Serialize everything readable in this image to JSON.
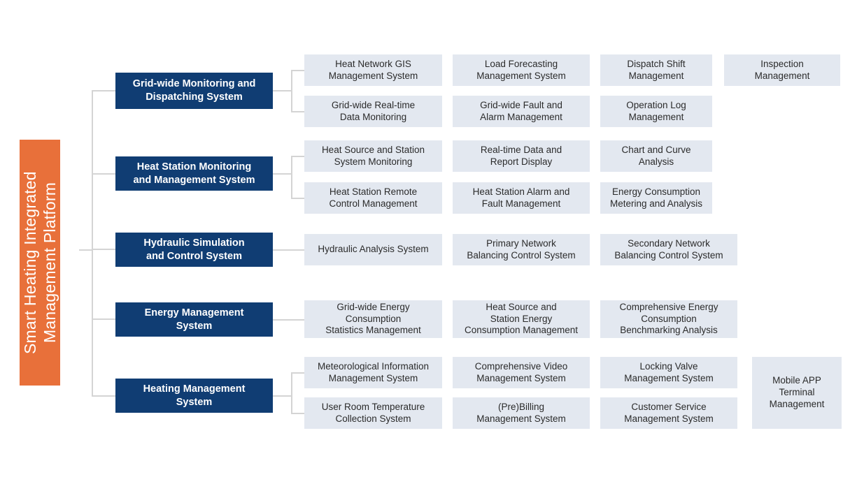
{
  "diagram": {
    "title": "Smart Heating Integrated Management Platform",
    "root": {
      "label": "Smart Heating Integrated\nManagement Platform",
      "color": "#E8703A",
      "text_color": "#FFFFFF"
    },
    "colors": {
      "root_fill": "#E8703A",
      "level1_fill": "#103D73",
      "level1_text": "#FFFFFF",
      "level2_fill": "#E3E8F0",
      "level2_text": "#2B2B2B",
      "connector": "#D4D4D4",
      "background": "#FFFFFF"
    },
    "branches": [
      {
        "label": "Grid-wide Monitoring and\nDispatching System",
        "children_row_a": [
          "Heat Network GIS\nManagement System",
          "Load Forecasting\nManagement System",
          "Dispatch Shift\nManagement",
          "Inspection\nManagement"
        ],
        "children_row_b": [
          "Grid-wide Real-time\nData Monitoring",
          "Grid-wide Fault and\nAlarm Management",
          "Operation Log\nManagement"
        ]
      },
      {
        "label": "Heat Station Monitoring\nand Management System",
        "children_row_a": [
          "Heat Source and Station\nSystem Monitoring",
          "Real-time Data and\nReport Display",
          "Chart and Curve\nAnalysis"
        ],
        "children_row_b": [
          "Heat Station Remote\nControl Management",
          "Heat Station Alarm and\nFault Management",
          "Energy Consumption\nMetering and Analysis"
        ]
      },
      {
        "label": "Hydraulic Simulation\nand Control System",
        "children_row_a": [
          "Hydraulic Analysis System",
          "Primary Network\nBalancing Control System",
          "Secondary Network\nBalancing Control System"
        ],
        "children_row_b": []
      },
      {
        "label": "Energy Management\nSystem",
        "children_row_a": [
          "Grid-wide Energy\nConsumption\nStatistics Management",
          "Heat Source and\nStation Energy\nConsumption Management",
          "Comprehensive Energy\nConsumption\nBenchmarking Analysis"
        ],
        "children_row_b": []
      },
      {
        "label": "Heating Management\nSystem",
        "children_row_a": [
          "Meteorological Information\nManagement System",
          "Comprehensive Video\nManagement System",
          "Locking Valve\nManagement System"
        ],
        "children_row_b": [
          "User Room Temperature\nCollection System",
          "(Pre)Billing\nManagement System",
          "Customer Service\nManagement System"
        ],
        "children_tall": [
          "Mobile APP\nTerminal\nManagement"
        ]
      }
    ]
  }
}
